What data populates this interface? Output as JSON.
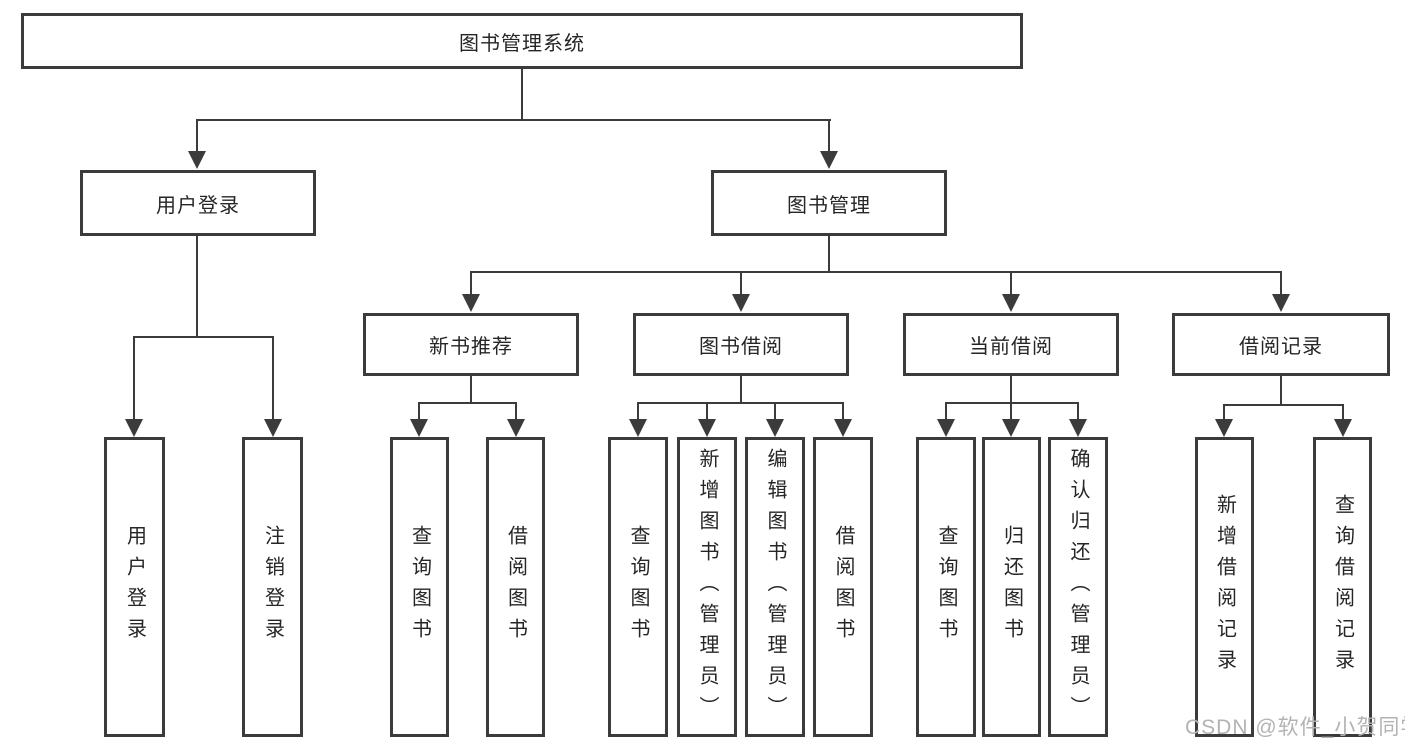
{
  "colors": {
    "line": "#3b3b3b",
    "text": "#262626",
    "watermark_text": "#b3b3b3",
    "background": "#ffffff"
  },
  "watermark": "CSDN @软件_小贺同学",
  "tree": {
    "root": {
      "label": "图书管理系统"
    },
    "login": {
      "label": "用户登录",
      "children": [
        "用户登录",
        "注销登录"
      ]
    },
    "mgmt": {
      "label": "图书管理"
    },
    "newbook": {
      "label": "新书推荐",
      "children": [
        "查询图书",
        "借阅图书"
      ]
    },
    "borrow": {
      "label": "图书借阅",
      "children": [
        "查询图书",
        "新增图书（管理员）",
        "编辑图书（管理员）",
        "借阅图书"
      ]
    },
    "current": {
      "label": "当前借阅",
      "children": [
        "查询图书",
        "归还图书",
        "确认归还（管理员）"
      ]
    },
    "records": {
      "label": "借阅记录",
      "children": [
        "新增借阅记录",
        "查询借阅记录"
      ]
    }
  }
}
